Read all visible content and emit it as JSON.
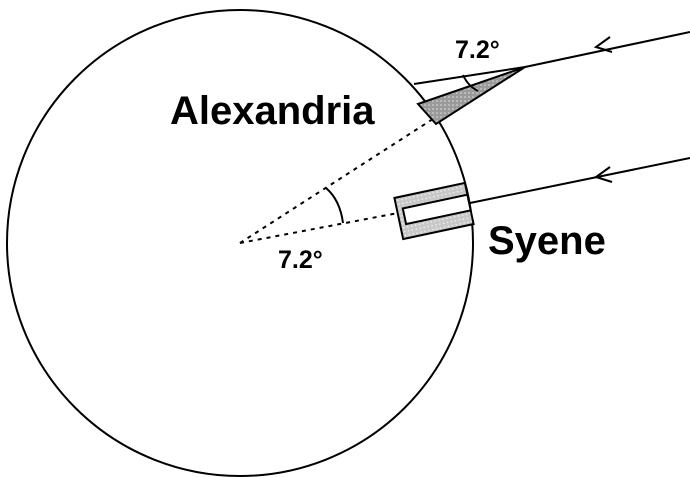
{
  "labels": {
    "city_north": "Alexandria",
    "city_south": "Syene",
    "angle_at_stick": "7.2°",
    "angle_at_center": "7.2°"
  },
  "colors": {
    "stroke": "#000000",
    "background": "#ffffff",
    "stick_fill": "#9a9a9a"
  },
  "icons": {
    "sun_ray_direction": "arrowhead-left-icon"
  }
}
